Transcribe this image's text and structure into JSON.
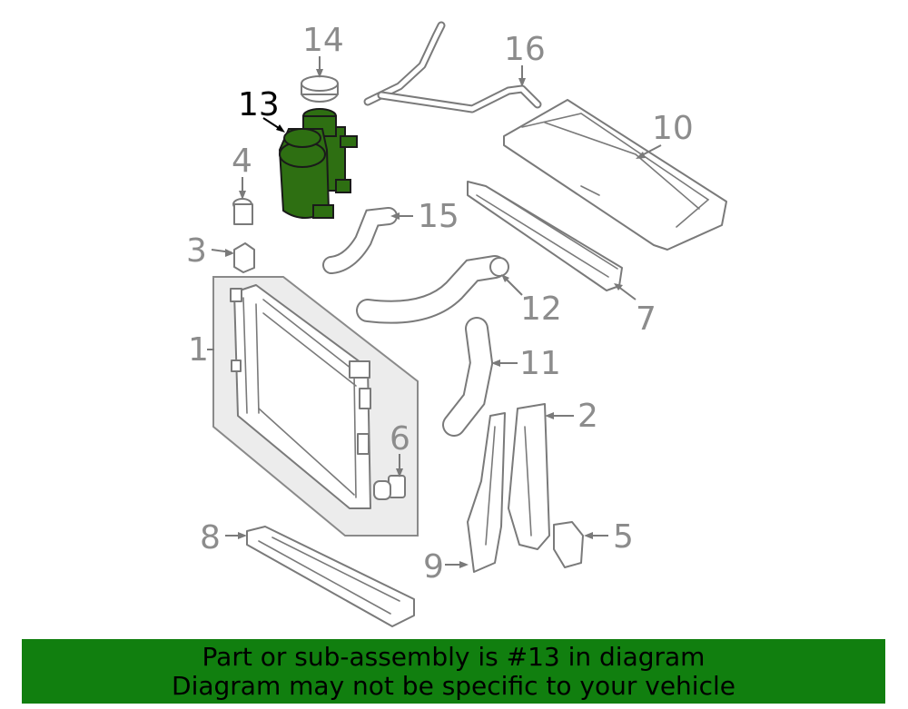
{
  "diagram": {
    "highlight_color": "#2e6f12",
    "highlighted_part": "13",
    "callouts": [
      {
        "id": "c1",
        "label": "1"
      },
      {
        "id": "c2",
        "label": "2"
      },
      {
        "id": "c3",
        "label": "3"
      },
      {
        "id": "c4",
        "label": "4"
      },
      {
        "id": "c5",
        "label": "5"
      },
      {
        "id": "c6",
        "label": "6"
      },
      {
        "id": "c7",
        "label": "7"
      },
      {
        "id": "c8",
        "label": "8"
      },
      {
        "id": "c9",
        "label": "9"
      },
      {
        "id": "c10",
        "label": "10"
      },
      {
        "id": "c11",
        "label": "11"
      },
      {
        "id": "c12",
        "label": "12"
      },
      {
        "id": "c13",
        "label": "13"
      },
      {
        "id": "c14",
        "label": "14"
      },
      {
        "id": "c15",
        "label": "15"
      },
      {
        "id": "c16",
        "label": "16"
      }
    ]
  },
  "banner": {
    "line1": "Part or sub-assembly is #13 in diagram",
    "line2": "Diagram may not be specific to your vehicle",
    "background": "#117f0f"
  }
}
